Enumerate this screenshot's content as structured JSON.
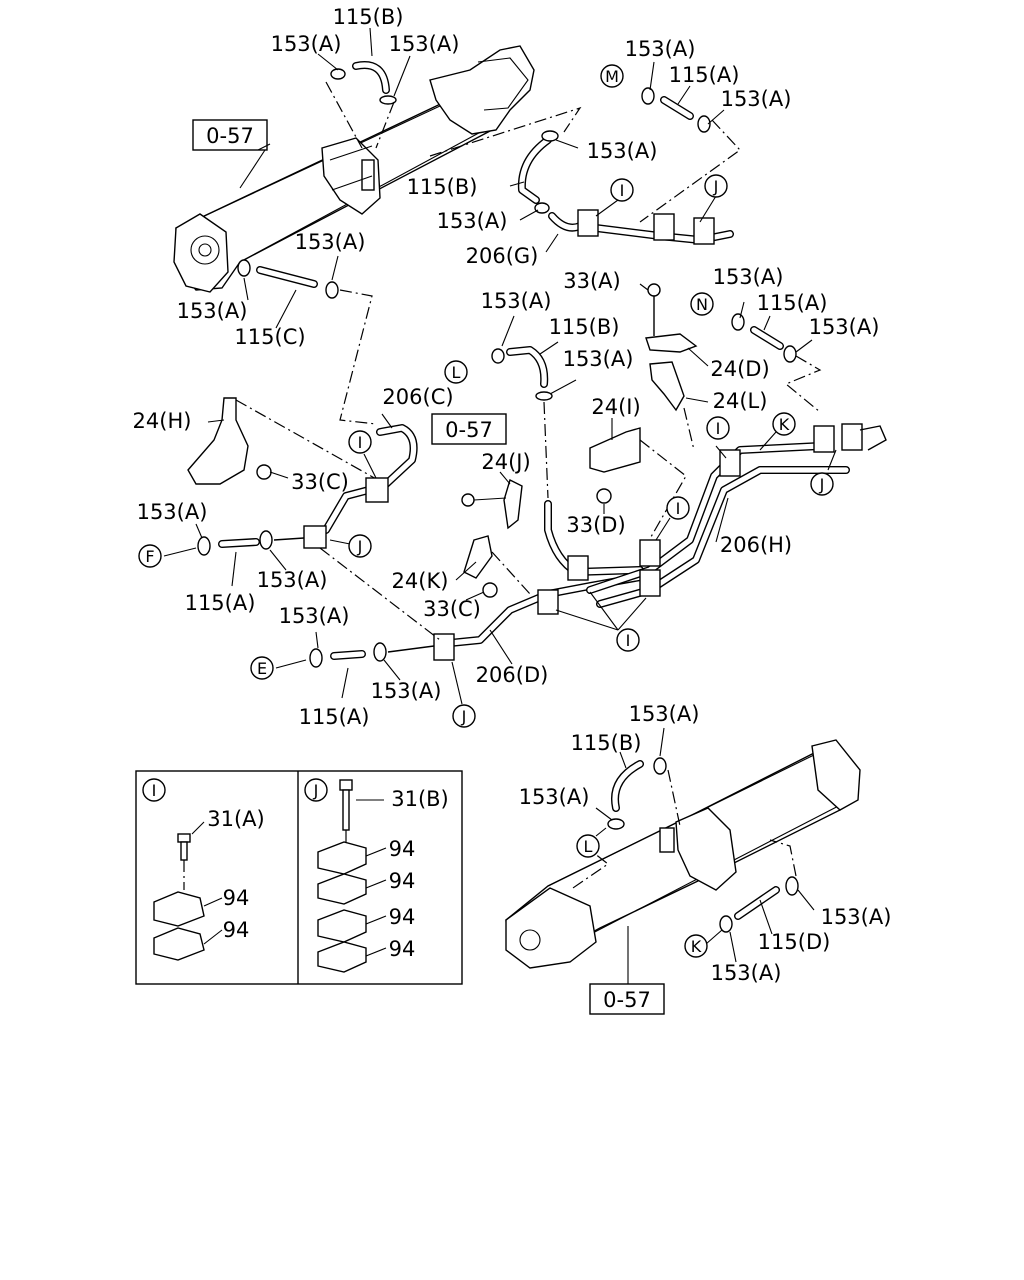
{
  "callouts": [
    {
      "id": "c1",
      "text": "115(B)"
    },
    {
      "id": "c2",
      "text": "153(A)"
    },
    {
      "id": "c3",
      "text": "153(A)"
    },
    {
      "id": "c4",
      "text": "153(A)"
    },
    {
      "id": "c5",
      "text": "115(A)"
    },
    {
      "id": "c6",
      "text": "153(A)"
    },
    {
      "id": "c7",
      "text": "153(A)"
    },
    {
      "id": "c8",
      "text": "115(B)"
    },
    {
      "id": "c9",
      "text": "153(A)"
    },
    {
      "id": "c10",
      "text": "206(G)"
    },
    {
      "id": "c11",
      "text": "153(A)"
    },
    {
      "id": "c12",
      "text": "153(A)"
    },
    {
      "id": "c13",
      "text": "115(C)"
    },
    {
      "id": "c14",
      "text": "33(A)"
    },
    {
      "id": "c15",
      "text": "153(A)"
    },
    {
      "id": "c16",
      "text": "115(A)"
    },
    {
      "id": "c17",
      "text": "153(A)"
    },
    {
      "id": "c18",
      "text": "153(A)"
    },
    {
      "id": "c19",
      "text": "115(B)"
    },
    {
      "id": "c20",
      "text": "153(A)"
    },
    {
      "id": "c21",
      "text": "24(D)"
    },
    {
      "id": "c22",
      "text": "24(L)"
    },
    {
      "id": "c23",
      "text": "24(H)"
    },
    {
      "id": "c24",
      "text": "206(C)"
    },
    {
      "id": "c25",
      "text": "24(I)"
    },
    {
      "id": "c26",
      "text": "24(J)"
    },
    {
      "id": "c27",
      "text": "33(C)"
    },
    {
      "id": "c28",
      "text": "33(D)"
    },
    {
      "id": "c29",
      "text": "206(H)"
    },
    {
      "id": "c30",
      "text": "153(A)"
    },
    {
      "id": "c31",
      "text": "153(A)"
    },
    {
      "id": "c32",
      "text": "115(A)"
    },
    {
      "id": "c33",
      "text": "24(K)"
    },
    {
      "id": "c34",
      "text": "33(C)"
    },
    {
      "id": "c35",
      "text": "153(A)"
    },
    {
      "id": "c36",
      "text": "153(A)"
    },
    {
      "id": "c37",
      "text": "115(A)"
    },
    {
      "id": "c38",
      "text": "206(D)"
    },
    {
      "id": "c39",
      "text": "153(A)"
    },
    {
      "id": "c40",
      "text": "115(B)"
    },
    {
      "id": "c41",
      "text": "153(A)"
    },
    {
      "id": "c42",
      "text": "153(A)"
    },
    {
      "id": "c43",
      "text": "115(D)"
    },
    {
      "id": "c44",
      "text": "153(A)"
    },
    {
      "id": "c45",
      "text": "31(A)"
    },
    {
      "id": "c46",
      "text": "94"
    },
    {
      "id": "c47",
      "text": "94"
    },
    {
      "id": "c48",
      "text": "31(B)"
    },
    {
      "id": "c49",
      "text": "94"
    },
    {
      "id": "c50",
      "text": "94"
    },
    {
      "id": "c51",
      "text": "94"
    },
    {
      "id": "c52",
      "text": "94"
    }
  ],
  "reference_boxes": [
    {
      "id": "r1",
      "text": "0-57"
    },
    {
      "id": "r2",
      "text": "0-57"
    },
    {
      "id": "r3",
      "text": "0-57"
    }
  ],
  "circle_markers": [
    {
      "id": "m1",
      "letter": "M"
    },
    {
      "id": "m2",
      "letter": "I"
    },
    {
      "id": "m3",
      "letter": "J"
    },
    {
      "id": "m4",
      "letter": "N"
    },
    {
      "id": "m5",
      "letter": "L"
    },
    {
      "id": "m6",
      "letter": "I"
    },
    {
      "id": "m7",
      "letter": "K"
    },
    {
      "id": "m8",
      "letter": "I"
    },
    {
      "id": "m9",
      "letter": "J"
    },
    {
      "id": "m10",
      "letter": "I"
    },
    {
      "id": "m11",
      "letter": "J"
    },
    {
      "id": "m12",
      "letter": "F"
    },
    {
      "id": "m13",
      "letter": "I"
    },
    {
      "id": "m14",
      "letter": "E"
    },
    {
      "id": "m15",
      "letter": "J"
    },
    {
      "id": "m16",
      "letter": "L"
    },
    {
      "id": "m17",
      "letter": "K"
    },
    {
      "id": "m18",
      "letter": "I"
    },
    {
      "id": "m19",
      "letter": "J"
    }
  ]
}
